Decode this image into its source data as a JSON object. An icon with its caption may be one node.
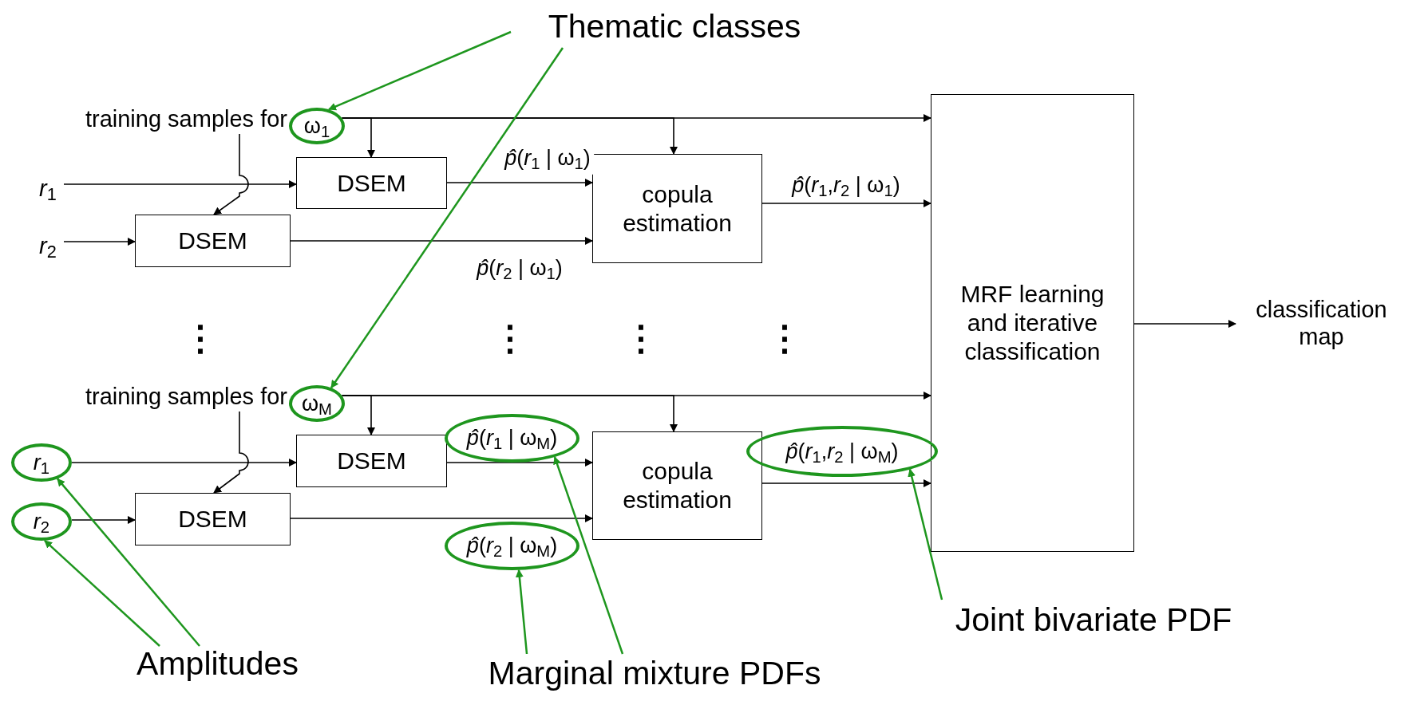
{
  "diagram": {
    "nodes": [
      {
        "text": [
          "Thematic classes"
        ]
      },
      {
        "text": [
          "training samples for"
        ]
      },
      {
        "text": [
          "ω$_{1}$"
        ]
      },
      {
        "text": [
          "*r*$_{1}$"
        ]
      },
      {
        "text": [
          "DSEM"
        ]
      },
      {
        "text": [
          "*r*$_{2}$"
        ]
      },
      {
        "text": [
          "DSEM"
        ]
      },
      {
        "text": [
          "copula estimation"
        ]
      },
      {
        "text": [
          "MRF learning and iterative classification"
        ]
      },
      {
        "text": [
          "classification map"
        ]
      },
      {
        "text": [
          "training samples for"
        ]
      },
      {
        "text": [
          "ω$_{M}$"
        ]
      },
      {
        "text": [
          "*r*$_{1}$"
        ]
      },
      {
        "text": [
          "DSEM"
        ]
      },
      {
        "text": [
          "*p̂*(*r*$_{1}$ | ω$_{M}$)"
        ]
      },
      {
        "text": [
          "*r*$_{2}$"
        ]
      },
      {
        "text": [
          "DSEM"
        ]
      },
      {
        "text": [
          "copula estimation"
        ]
      },
      {
        "text": [
          "*p̂*(*r*$_{1}$,*r*$_{2}$ | ω$_{M}$)"
        ]
      },
      {
        "text": [
          "*p̂*(*r*$_{2}$ | ω$_{M}$)"
        ]
      },
      {
        "text": [
          "Amplitudes"
        ]
      },
      {
        "text": [
          "Marginal mixture PDFs"
        ]
      },
      {
        "text": [
          "Joint bivariate PDF"
        ]
      }
    ],
    "edges": [
      {
        "from": 2,
        "to": 4,
        "arrow": "to"
      },
      {
        "from": 2,
        "to": 7,
        "arrow": "to"
      },
      {
        "from": 2,
        "to": 8,
        "arrow": "to"
      },
      {
        "from": 1,
        "to": 6,
        "arrow": "to"
      },
      {
        "from": 3,
        "to": 4,
        "arrow": "to"
      },
      {
        "from": 5,
        "to": 6,
        "arrow": "to"
      },
      {
        "from": 4,
        "to": 7,
        "arrow": "to",
        "label": "*p̂*(*r*$_{1}$ | ω$_{1}$)"
      },
      {
        "from": 6,
        "to": 7,
        "arrow": "to",
        "label": "*p̂*(*r*$_{2}$ | ω$_{1}$)"
      },
      {
        "from": 7,
        "to": 8,
        "arrow": "to",
        "label": "*p̂*(*r*$_{1}$,*r*$_{2}$ | ω$_{1}$)"
      },
      {
        "from": 8,
        "to": 9,
        "arrow": "to"
      },
      {
        "from": 11,
        "to": 13,
        "arrow": "to"
      },
      {
        "from": 11,
        "to": 17,
        "arrow": "to"
      },
      {
        "from": 11,
        "to": 8,
        "arrow": "to"
      },
      {
        "from": 10,
        "to": 16,
        "arrow": "to"
      },
      {
        "from": 12,
        "to": 13,
        "arrow": "to"
      },
      {
        "from": 15,
        "to": 16,
        "arrow": "to"
      },
      {
        "from": 13,
        "to": 17,
        "arrow": "to"
      },
      {
        "from": 16,
        "to": 17,
        "arrow": "to"
      },
      {
        "from": 17,
        "to": 8,
        "arrow": "to"
      },
      {
        "from": 0,
        "to": 2,
        "arrow": "to",
        "color": "#1e961e"
      },
      {
        "from": 0,
        "to": 11,
        "arrow": "to",
        "color": "#1e961e"
      },
      {
        "from": 20,
        "to": 12,
        "arrow": "to",
        "color": "#1e961e"
      },
      {
        "from": 20,
        "to": 15,
        "arrow": "to",
        "color": "#1e961e"
      },
      {
        "from": 21,
        "to": 19,
        "arrow": "to",
        "color": "#1e961e"
      },
      {
        "from": 21,
        "to": 14,
        "arrow": "to",
        "color": "#1e961e"
      },
      {
        "from": 22,
        "to": 18,
        "arrow": "to",
        "color": "#1e961e"
      }
    ],
    "labels": [
      "⋮",
      "⋮",
      "⋮",
      "⋮"
    ]
  }
}
